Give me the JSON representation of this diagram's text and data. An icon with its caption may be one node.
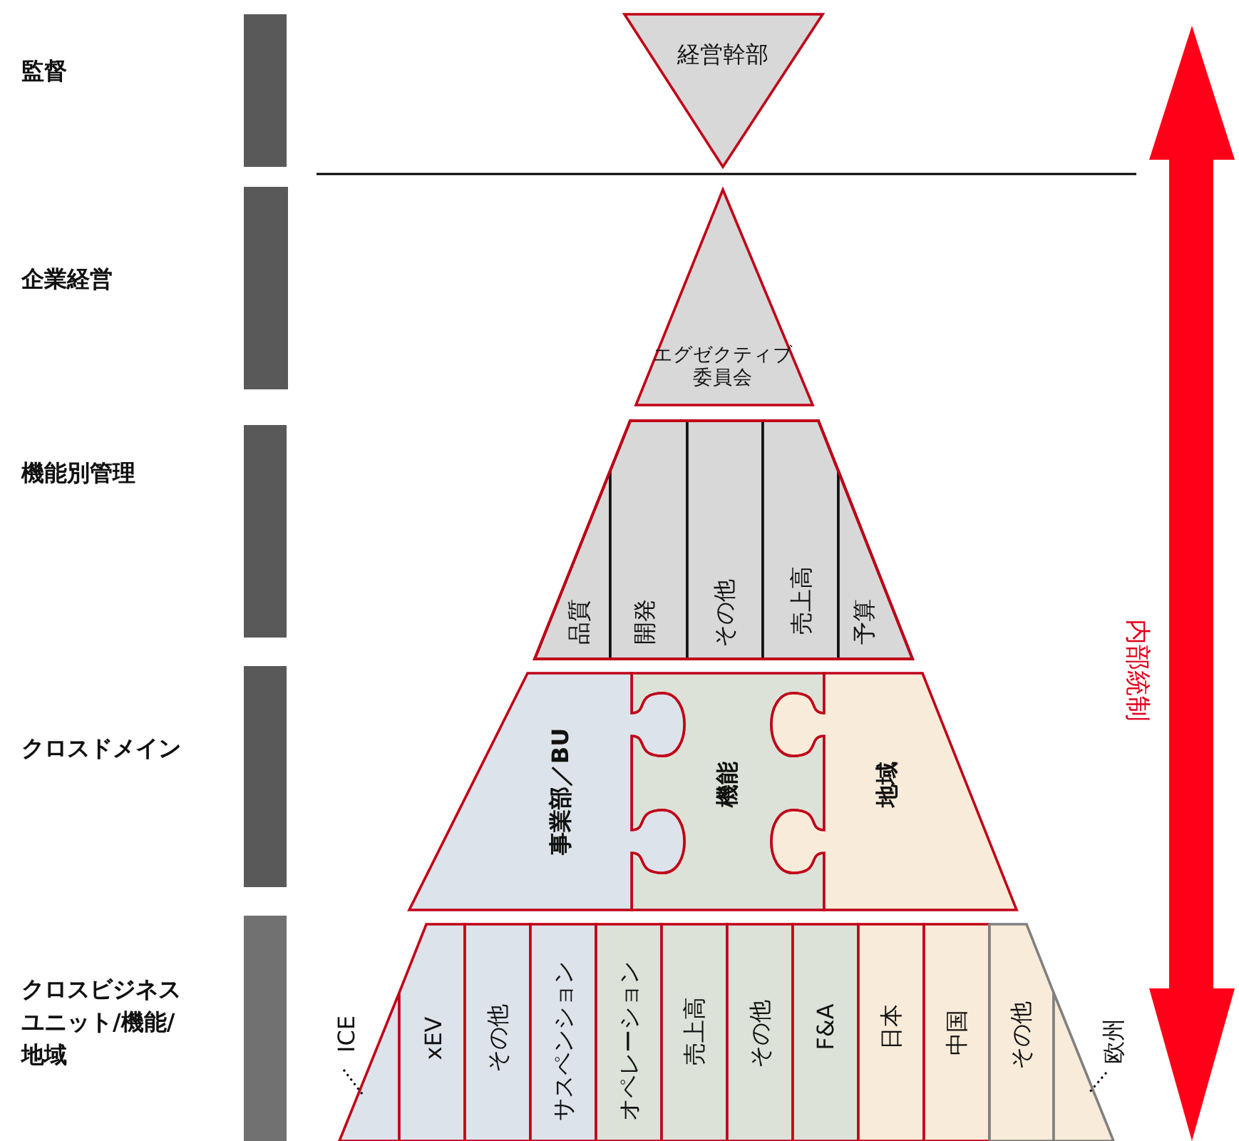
{
  "diagram": {
    "nodes": [
      {
        "text": [],
        "shape": "bar"
      },
      {
        "text": [],
        "shape": "bar"
      },
      {
        "text": [],
        "shape": "bar"
      },
      {
        "text": [],
        "shape": "bar"
      },
      {
        "text": [],
        "shape": "bar"
      },
      {
        "text": [
          "経営幹部"
        ]
      },
      {
        "text": [
          "エグゼクティブ委員会"
        ]
      },
      {
        "text": [
          "品質"
        ]
      },
      {
        "text": [
          "開発"
        ]
      },
      {
        "text": [
          "その他"
        ]
      },
      {
        "text": [
          "売上高"
        ]
      },
      {
        "text": [
          "予算"
        ]
      },
      {
        "text": [
          "事業部／BU"
        ]
      },
      {
        "text": [
          "機能"
        ]
      },
      {
        "text": [
          "地域"
        ]
      },
      {
        "text": [
          "ICE"
        ]
      },
      {
        "text": [],
        "shape": "triangle"
      },
      {
        "text": [
          "xEV"
        ]
      },
      {
        "text": [
          "その他"
        ]
      },
      {
        "text": [
          "サスペンション"
        ]
      },
      {
        "text": [
          "オペレーション"
        ]
      },
      {
        "text": [
          "売上高"
        ]
      },
      {
        "text": [
          "その他"
        ]
      },
      {
        "text": [
          "F&A"
        ]
      },
      {
        "text": [
          "日本"
        ]
      },
      {
        "text": [
          "中国"
        ]
      },
      {
        "text": [
          "その他"
        ]
      },
      {
        "text": [],
        "shape": "triangle"
      },
      {
        "text": [
          "欧州"
        ]
      }
    ],
    "edges": [
      {
        "from": 15,
        "to": 16,
        "arrow": "none",
        "style": "dashed"
      },
      {
        "from": 28,
        "to": 27,
        "arrow": "none",
        "style": "dashed"
      }
    ],
    "labels": [
      "監督",
      "企業経営",
      "機能別管理",
      "クロスドメイン",
      "クロスビジネスユニット/機能/地域",
      "内部統制"
    ]
  }
}
